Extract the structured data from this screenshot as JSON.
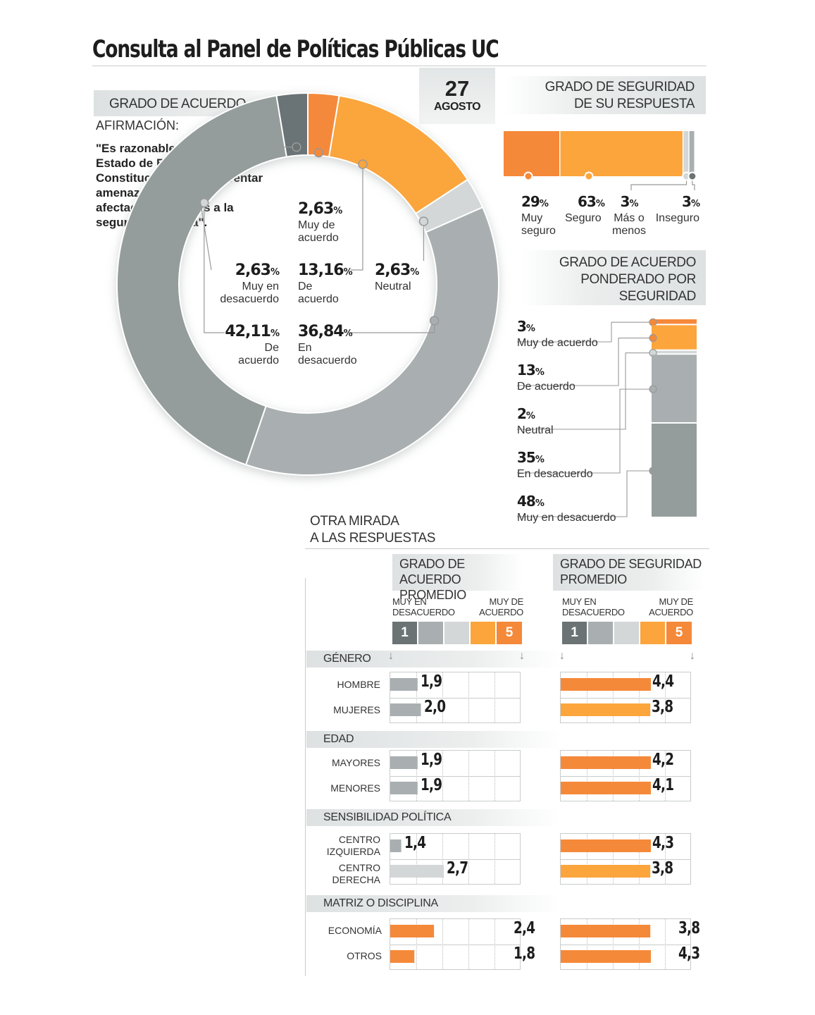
{
  "title": "Consulta al Panel de Políticas Públicas UC",
  "date": {
    "day": "27",
    "month": "AGOSTO"
  },
  "agreement": {
    "header": "GRADO DE ACUERDO",
    "statement_label": "AFIRMACIÓN:",
    "statement": "\"Es razonable crear un nuevo Estado de Excepción Constitucional para enfrentar amenazas graves o afectaciones graves a la seguridad pública\"."
  },
  "security": {
    "header_line1": "GRADO DE SEGURIDAD",
    "header_line2": "DE SU RESPUESTA"
  },
  "weighted": {
    "header_line1": "GRADO DE ACUERDO",
    "header_line2": "PONDERADO POR",
    "header_line3": "SEGURIDAD"
  },
  "other_look": {
    "line1": "OTRA MIRADA",
    "line2": "A LAS RESPUESTAS"
  },
  "avg_agreement_header": {
    "line1": "GRADO DE ACUERDO",
    "line2": "PROMEDIO"
  },
  "avg_security_header": {
    "line1": "GRADO DE SEGURIDAD",
    "line2": "PROMEDIO"
  },
  "scale_left": {
    "line1": "MUY EN",
    "line2": "DESACUERDO",
    "low": "1"
  },
  "scale_right": {
    "line1": "MUY DE",
    "line2": "ACUERDO",
    "high": "5"
  },
  "colors": {
    "orange_dark": "#f5893a",
    "orange_light": "#fba53c",
    "gray_light": "#d3d7d8",
    "gray_mid": "#a9afb1",
    "gray_dark": "#959c9c",
    "gray_darkest": "#6b7374"
  },
  "chart_data": [
    {
      "type": "pie",
      "title": "GRADO DE ACUERDO",
      "donut": true,
      "slices": [
        {
          "label_value": "2,63",
          "label_unit": "%",
          "label_line1": "Muy de",
          "label_line2": "acuerdo",
          "value": 2.63,
          "color": "#f5893a"
        },
        {
          "label_value": "13,16",
          "label_unit": "%",
          "label_line1": "De",
          "label_line2": "acuerdo",
          "value": 13.16,
          "color": "#fba53c"
        },
        {
          "label_value": "2,63",
          "label_unit": "%",
          "label_line1": "Neutral",
          "label_line2": "",
          "value": 2.63,
          "color": "#d3d7d8"
        },
        {
          "label_value": "36,84",
          "label_unit": "%",
          "label_line1": "En",
          "label_line2": "desacuerdo",
          "value": 36.84,
          "color": "#a9afb1"
        },
        {
          "label_value": "42,11",
          "label_unit": "%",
          "label_line1": "De",
          "label_line2": "acuerdo",
          "value": 42.11,
          "color": "#959c9c"
        },
        {
          "label_value": "2,63",
          "label_unit": "%",
          "label_line1": "Muy en",
          "label_line2": "desacuerdo",
          "value": 2.63,
          "color": "#6b7374"
        }
      ]
    },
    {
      "type": "bar",
      "title": "GRADO DE SEGURIDAD DE SU RESPUESTA",
      "stacked": true,
      "orientation": "horizontal",
      "segments": [
        {
          "value": 29,
          "label_value": "29",
          "label_unit": "%",
          "label_line1": "Muy",
          "label_line2": "seguro",
          "color": "#f5893a"
        },
        {
          "value": 63,
          "label_value": "63",
          "label_unit": "%",
          "label_line1": "Seguro",
          "label_line2": "",
          "color": "#fba53c"
        },
        {
          "value": 3,
          "label_value": "3",
          "label_unit": "%",
          "label_line1": "Más o",
          "label_line2": "menos",
          "color": "#d3d7d8"
        },
        {
          "value": 3,
          "label_value": "3",
          "label_unit": "%",
          "label_line1": "Inseguro",
          "label_line2": "",
          "color": "#a9afb1"
        }
      ]
    },
    {
      "type": "bar",
      "title": "GRADO DE ACUERDO PONDERADO POR SEGURIDAD",
      "stacked": true,
      "orientation": "vertical",
      "segments": [
        {
          "value": 3,
          "label_value": "3",
          "label_unit": "%",
          "label": "Muy de acuerdo",
          "color": "#f5893a"
        },
        {
          "value": 13,
          "label_value": "13",
          "label_unit": "%",
          "label": "De acuerdo",
          "color": "#fba53c"
        },
        {
          "value": 2,
          "label_value": "2",
          "label_unit": "%",
          "label": "Neutral",
          "color": "#d3d7d8"
        },
        {
          "value": 35,
          "label_value": "35",
          "label_unit": "%",
          "label": "En desacuerdo",
          "color": "#a9afb1"
        },
        {
          "value": 48,
          "label_value": "48",
          "label_unit": "%",
          "label": "Muy en desacuerdo",
          "color": "#959c9c"
        }
      ]
    },
    {
      "type": "bar",
      "title": "OTRA MIRADA A LAS RESPUESTAS",
      "xlim": [
        1,
        5
      ],
      "series": [
        {
          "name": "GRADO DE ACUERDO PROMEDIO"
        },
        {
          "name": "GRADO DE SEGURIDAD PROMEDIO"
        }
      ],
      "groups": [
        {
          "name": "GÉNERO",
          "rows": [
            {
              "label_line1": "HOMBRE",
              "label_line2": "",
              "agreement": 1.9,
              "agreement_label": "1,9",
              "agreement_color": "#a9afb1",
              "security": 4.4,
              "security_label": "4,4",
              "security_color": "#f5893a"
            },
            {
              "label_line1": "MUJERES",
              "label_line2": "",
              "agreement": 2.0,
              "agreement_label": "2,0",
              "agreement_color": "#a9afb1",
              "security": 3.8,
              "security_label": "3,8",
              "security_color": "#fba53c"
            }
          ]
        },
        {
          "name": "EDAD",
          "rows": [
            {
              "label_line1": "MAYORES",
              "label_line2": "",
              "agreement": 1.9,
              "agreement_label": "1,9",
              "agreement_color": "#a9afb1",
              "security": 4.2,
              "security_label": "4,2",
              "security_color": "#f5893a"
            },
            {
              "label_line1": "MENORES",
              "label_line2": "",
              "agreement": 1.9,
              "agreement_label": "1,9",
              "agreement_color": "#a9afb1",
              "security": 4.1,
              "security_label": "4,1",
              "security_color": "#f5893a"
            }
          ]
        },
        {
          "name": "SENSIBILIDAD POLÍTICA",
          "rows": [
            {
              "label_line1": "CENTRO",
              "label_line2": "IZQUIERDA",
              "agreement": 1.4,
              "agreement_label": "1,4",
              "agreement_color": "#a9afb1",
              "security": 4.3,
              "security_label": "4,3",
              "security_color": "#f5893a"
            },
            {
              "label_line1": "CENTRO",
              "label_line2": "DERECHA",
              "agreement": 2.7,
              "agreement_label": "2,7",
              "agreement_color": "#d3d7d8",
              "security": 3.8,
              "security_label": "3,8",
              "security_color": "#fba53c"
            }
          ]
        },
        {
          "name": "MATRIZ O DISCIPLINA",
          "rows": [
            {
              "label_line1": "ECONOMÍA",
              "label_line2": "",
              "agreement": 2.4,
              "agreement_label": "2,4",
              "agreement_color": "#f5893a",
              "security": 3.8,
              "security_label": "3,8",
              "security_color": "#f5893a"
            },
            {
              "label_line1": "OTROS",
              "label_line2": "",
              "agreement": 1.8,
              "agreement_label": "1,8",
              "agreement_color": "#f5893a",
              "security": 4.3,
              "security_label": "4,3",
              "security_color": "#f5893a"
            }
          ]
        }
      ]
    }
  ]
}
